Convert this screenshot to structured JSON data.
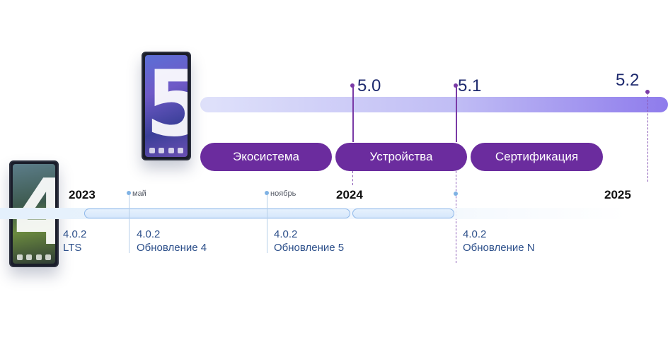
{
  "top_timeline": {
    "versions": [
      {
        "label": "5.0"
      },
      {
        "label": "5.1"
      },
      {
        "label": "5.2"
      }
    ],
    "phases": [
      {
        "label": "Экосистема"
      },
      {
        "label": "Устройства"
      },
      {
        "label": "Сертификация"
      }
    ]
  },
  "bottom_timeline": {
    "years": [
      "2023",
      "2024",
      "2025"
    ],
    "months": [
      "май",
      "ноябрь"
    ],
    "releases": [
      {
        "version": "4.0.2",
        "name": "LTS"
      },
      {
        "version": "4.0.2",
        "name": "Обновление 4"
      },
      {
        "version": "4.0.2",
        "name": "Обновление 5"
      },
      {
        "version": "4.0.2",
        "name": "Обновление N"
      }
    ]
  },
  "devices": [
    {
      "digit": "5"
    },
    {
      "digit": "4"
    }
  ],
  "colors": {
    "accent_purple": "#6b2c9e",
    "version_text": "#1e2a6e",
    "release_text": "#2c4f8a",
    "track_border": "#8fb8ea"
  }
}
